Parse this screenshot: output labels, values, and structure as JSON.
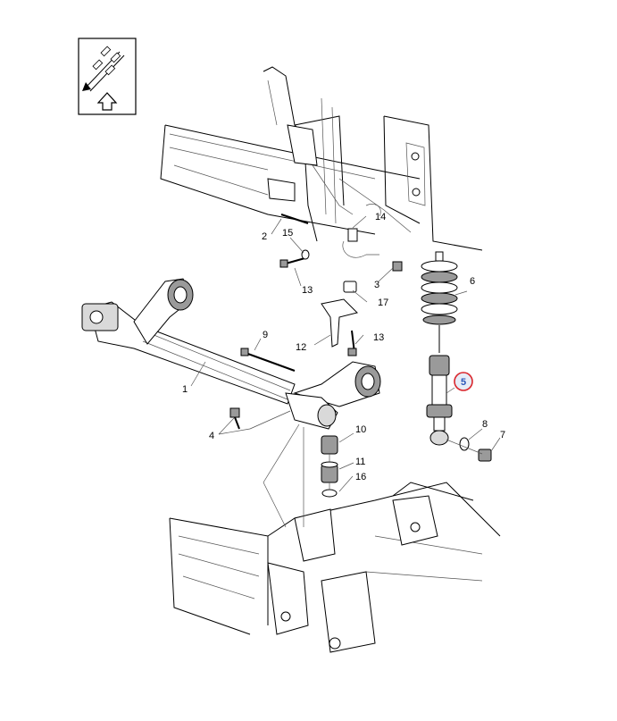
{
  "callouts": [
    {
      "id": "c1",
      "label": "1",
      "highlighted": false
    },
    {
      "id": "c2",
      "label": "2",
      "highlighted": false
    },
    {
      "id": "c3",
      "label": "3",
      "highlighted": false
    },
    {
      "id": "c4",
      "label": "4",
      "highlighted": false
    },
    {
      "id": "c5",
      "label": "5",
      "highlighted": true
    },
    {
      "id": "c6",
      "label": "6",
      "highlighted": false
    },
    {
      "id": "c7",
      "label": "7",
      "highlighted": false
    },
    {
      "id": "c8",
      "label": "8",
      "highlighted": false
    },
    {
      "id": "c9",
      "label": "9",
      "highlighted": false
    },
    {
      "id": "c10",
      "label": "10",
      "highlighted": false
    },
    {
      "id": "c11",
      "label": "11",
      "highlighted": false
    },
    {
      "id": "c12",
      "label": "12",
      "highlighted": false
    },
    {
      "id": "c13a",
      "label": "13",
      "highlighted": false
    },
    {
      "id": "c13b",
      "label": "13",
      "highlighted": false
    },
    {
      "id": "c14",
      "label": "14",
      "highlighted": false
    },
    {
      "id": "c15",
      "label": "15",
      "highlighted": false
    },
    {
      "id": "c16",
      "label": "16",
      "highlighted": false
    },
    {
      "id": "c17",
      "label": "17",
      "highlighted": false
    }
  ],
  "colors": {
    "highlight_ring": "#d9252b",
    "highlight_fill": "#e6ecf7",
    "highlight_text": "#2a56b8"
  },
  "icons": {
    "orientation": "vehicle-front-orientation-icon"
  }
}
